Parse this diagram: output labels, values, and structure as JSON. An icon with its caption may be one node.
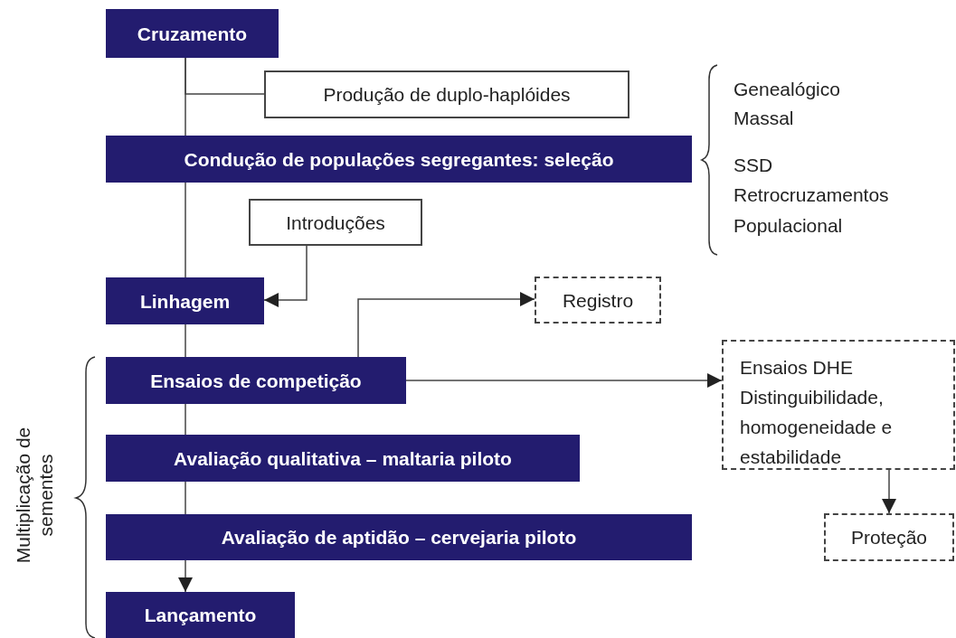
{
  "diagram": {
    "nodes": [
      {
        "text": [
          "Cruzamento"
        ]
      },
      {
        "text": [
          "Produção de duplo-haplóides"
        ]
      },
      {
        "text": [
          "Condução de populações segregantes: seleção"
        ]
      },
      {
        "text": [
          "Introduções"
        ]
      },
      {
        "text": [
          "Linhagem"
        ]
      },
      {
        "text": [
          "Registro"
        ]
      },
      {
        "text": [
          "Ensaios de competição"
        ]
      },
      {
        "text": [
          "Ensaios DHE",
          "Distinguibilidade, homogeneidade e estabilidade"
        ]
      },
      {
        "text": [
          "Avaliação qualitativa – maltaria piloto"
        ]
      },
      {
        "text": [
          "Avaliação de aptidão – cervejaria piloto"
        ]
      },
      {
        "text": [
          "Proteção"
        ]
      },
      {
        "text": [
          "Lançamento"
        ]
      }
    ],
    "edges": [
      {
        "from": 0,
        "to": 2,
        "arrow": "none"
      },
      {
        "from": 0,
        "to": 1,
        "arrow": "none"
      },
      {
        "from": 2,
        "to": 4,
        "arrow": "none"
      },
      {
        "from": 3,
        "to": 4,
        "arrow": "to"
      },
      {
        "from": 4,
        "to": 6,
        "arrow": "none"
      },
      {
        "from": 6,
        "to": 5,
        "arrow": "to"
      },
      {
        "from": 6,
        "to": 7,
        "arrow": "to"
      },
      {
        "from": 6,
        "to": 8,
        "arrow": "none"
      },
      {
        "from": 8,
        "to": 9,
        "arrow": "none"
      },
      {
        "from": 9,
        "to": 11,
        "arrow": "to"
      },
      {
        "from": 7,
        "to": 10,
        "arrow": "to"
      }
    ],
    "labels": [
      "Genealógico",
      "Massal",
      "SSD",
      "Retrocruzamentos",
      "Populacional",
      "Multiplicação de sementes"
    ]
  }
}
